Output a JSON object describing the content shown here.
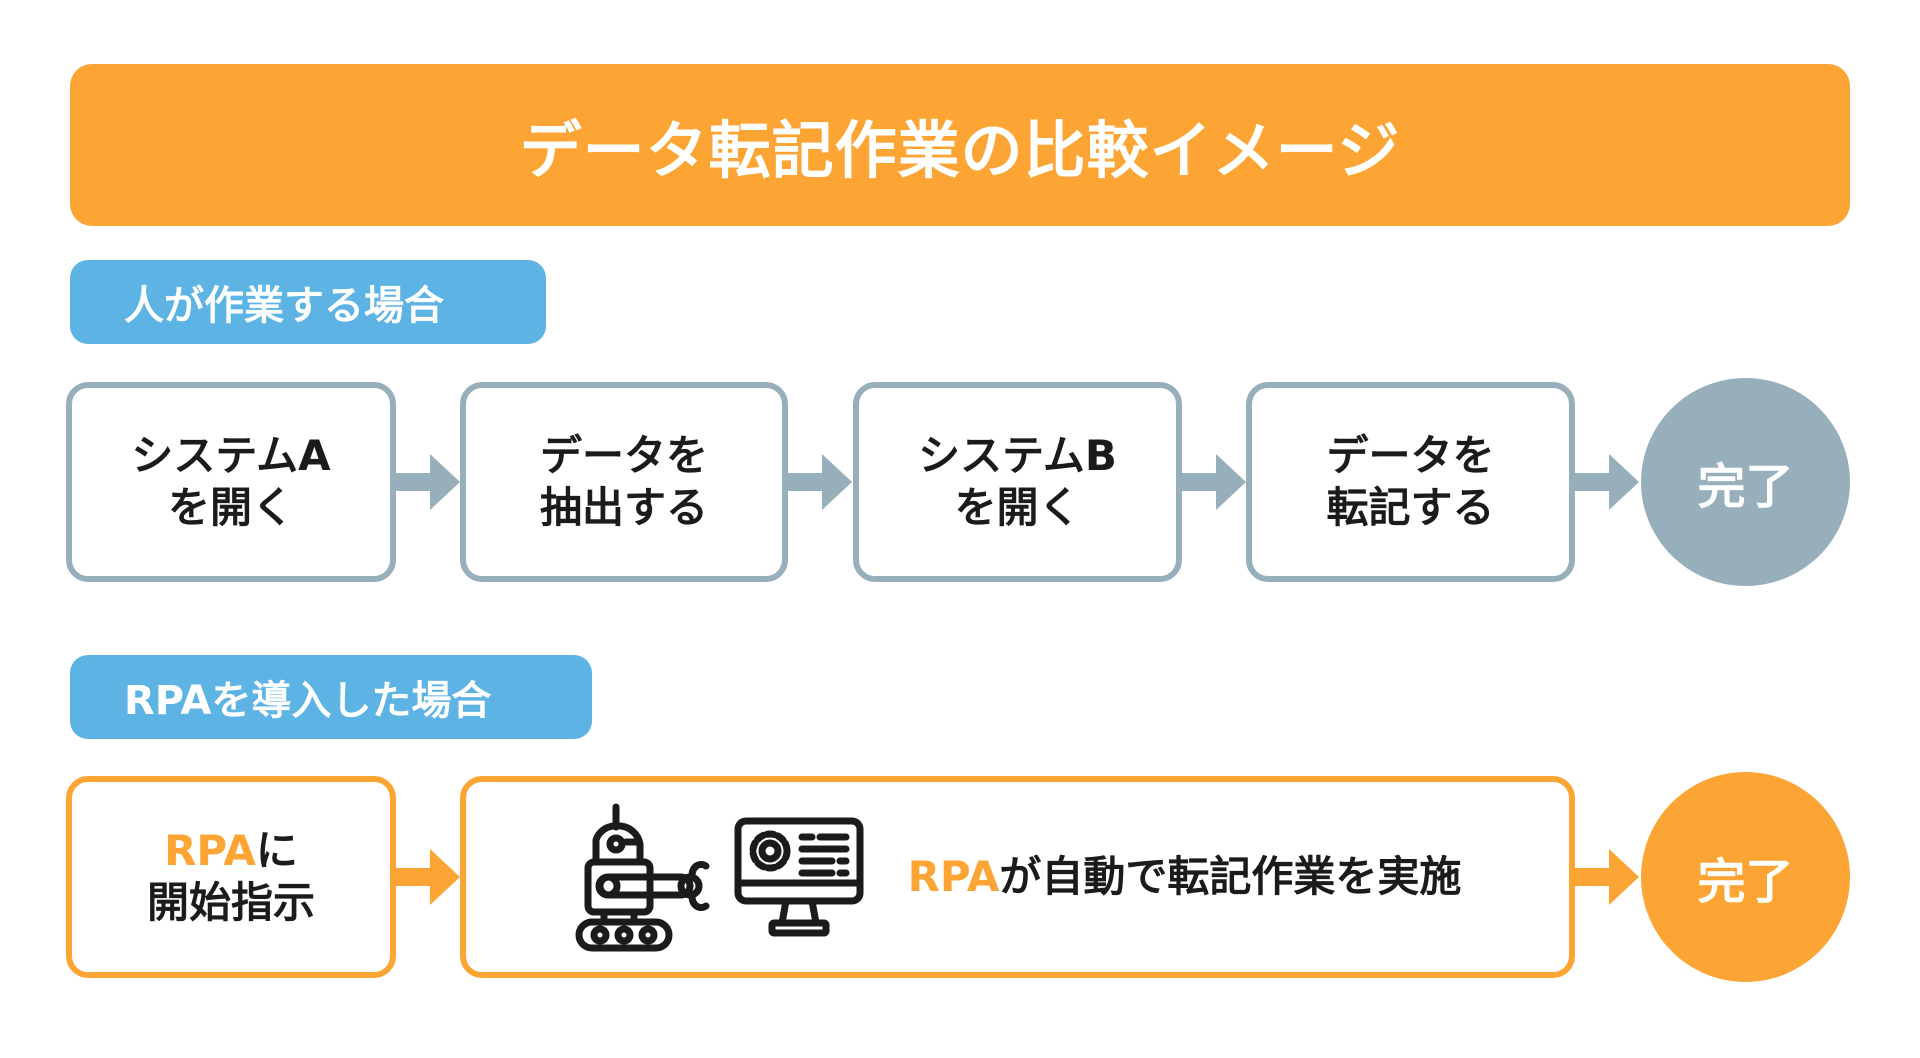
{
  "title": "データ転記作業の比較イメージ",
  "colors": {
    "accent": "#fca534",
    "label_bg": "#5db3e4",
    "gray": "#97aebb",
    "text": "#1b1b1b"
  },
  "manual": {
    "label": "人が作業する場合",
    "steps": [
      {
        "line1": "システムA",
        "line2": "を開く"
      },
      {
        "line1": "データを",
        "line2": "抽出する"
      },
      {
        "line1": "システムB",
        "line2": "を開く"
      },
      {
        "line1": "データを",
        "line2": "転記する"
      }
    ],
    "done": "完了"
  },
  "rpa": {
    "label": "RPAを導入した場合",
    "step1": {
      "highlight": "RPA",
      "line1_rest": "に",
      "line2": "開始指示"
    },
    "step2": {
      "highlight": "RPA",
      "rest": "が自動で転記作業を実施",
      "icons": [
        "robot-icon",
        "computer-settings-icon"
      ]
    },
    "done": "完了"
  }
}
